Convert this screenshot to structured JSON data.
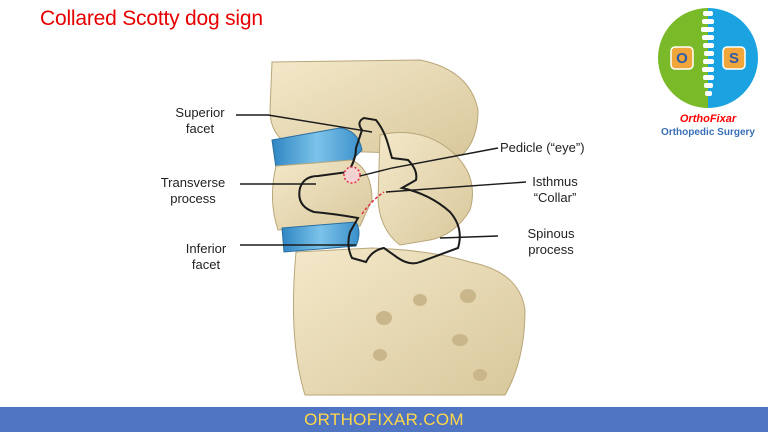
{
  "title": "Collared Scotty dog sign",
  "labels": {
    "superior_facet": [
      "Superior",
      "facet"
    ],
    "transverse_process": [
      "Transverse",
      "process"
    ],
    "inferior_facet": [
      "Inferior",
      "facet"
    ],
    "pedicle": "Pedicle (“eye”)",
    "isthmus": [
      "Isthmus",
      "“Collar”"
    ],
    "spinous_process": [
      "Spinous",
      "process"
    ]
  },
  "logo": {
    "letters": [
      "O",
      "S"
    ],
    "brand": "OrthoFixar",
    "subtitle": "Orthopedic Surgery",
    "colors": {
      "left": "#7ab928",
      "right": "#1aa3e0",
      "brand": "#ff0000",
      "subtitle": "#3a6fb7"
    }
  },
  "footer": {
    "text": "ORTHOFIXAR.COM",
    "background": "#4f74c2",
    "color": "#ffd84a"
  },
  "colors": {
    "title": "#e60000",
    "bone": "#ecdfbd",
    "disc": "#4a9fd4",
    "pedicle_marker": "#e0304a"
  }
}
